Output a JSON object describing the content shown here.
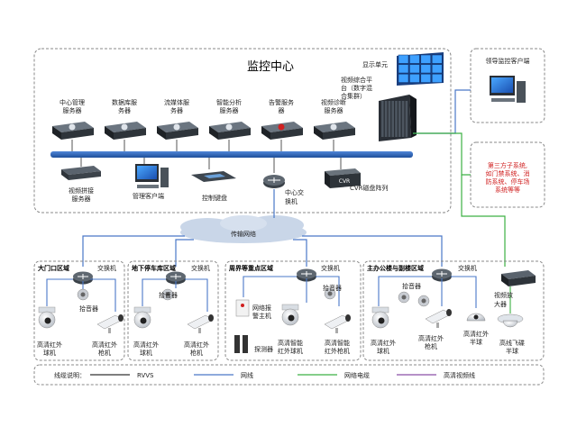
{
  "center": {
    "title": "监控中心",
    "display_unit": "显示单元",
    "video_platform": [
      "视频综合平",
      "台（数字混",
      "合集群）"
    ],
    "servers": [
      {
        "label": [
          "中心管理",
          "服务器"
        ]
      },
      {
        "label": [
          "数据库服",
          "务器"
        ]
      },
      {
        "label": [
          "流媒体服",
          "务器"
        ]
      },
      {
        "label": [
          "智能分析",
          "服务器"
        ]
      },
      {
        "label": [
          "告警服务",
          "器"
        ]
      },
      {
        "label": [
          "视频诊断",
          "服务器"
        ]
      }
    ],
    "bottom_items": {
      "splicing_server": [
        "视频拼接",
        "服务器"
      ],
      "client": "管理客户端",
      "keyboard": "控制键盘",
      "center_switch": [
        "中心交",
        "换机"
      ],
      "cvr_badge": "CVR",
      "cvr_array": "CVR磁盘阵列"
    }
  },
  "leader": {
    "title": "领导监控客户端"
  },
  "third_party": {
    "text": [
      "第三方子系统,",
      "如门禁系统、消",
      "防系统、停车场",
      "系统等等"
    ]
  },
  "network": {
    "label": "传输网络"
  },
  "zones": [
    {
      "title": "大门口区域",
      "switch": "交换机",
      "pickup": "拾音器",
      "cam1": [
        "高清红外",
        "球机"
      ],
      "cam2": [
        "高清红外",
        "枪机"
      ]
    },
    {
      "title": "地下停车库区域",
      "switch": "交换机",
      "pickup": "拾音器",
      "cam1": [
        "高清红外",
        "球机"
      ],
      "cam2": [
        "高清红外",
        "枪机"
      ]
    },
    {
      "title": "周界等重点区域",
      "switch": "交换机",
      "pickup": "拾音器",
      "alarm_host": [
        "网络报",
        "警主机"
      ],
      "detector": "探测器",
      "cam1": [
        "高清智能",
        "红外球机"
      ],
      "cam2": [
        "高清智能",
        "红外枪机"
      ]
    },
    {
      "title": "主办公楼与副楼区域",
      "switch": "交换机",
      "pickup": "拾音器",
      "cam1": [
        "高清红外",
        "球机"
      ],
      "cam2": [
        "高清红外",
        "枪机"
      ],
      "cam3": [
        "高清红外",
        "半球"
      ],
      "cam4": [
        "高线飞碟",
        "半球"
      ]
    }
  ],
  "amplifier": [
    "视频放",
    "大器"
  ],
  "legend": {
    "title": "线缆说明：",
    "items": [
      {
        "label": "RVVS",
        "color": "#333333"
      },
      {
        "label": "网线",
        "color": "#4a78c8"
      },
      {
        "label": "网络电缆",
        "color": "#3cb043"
      },
      {
        "label": "高清视频线",
        "color": "#8a4fa8"
      }
    ]
  },
  "colors": {
    "bus": "#2d5fa8",
    "red_text": "#d02020",
    "line_blue": "#4a78c8",
    "line_green": "#3cb043"
  }
}
